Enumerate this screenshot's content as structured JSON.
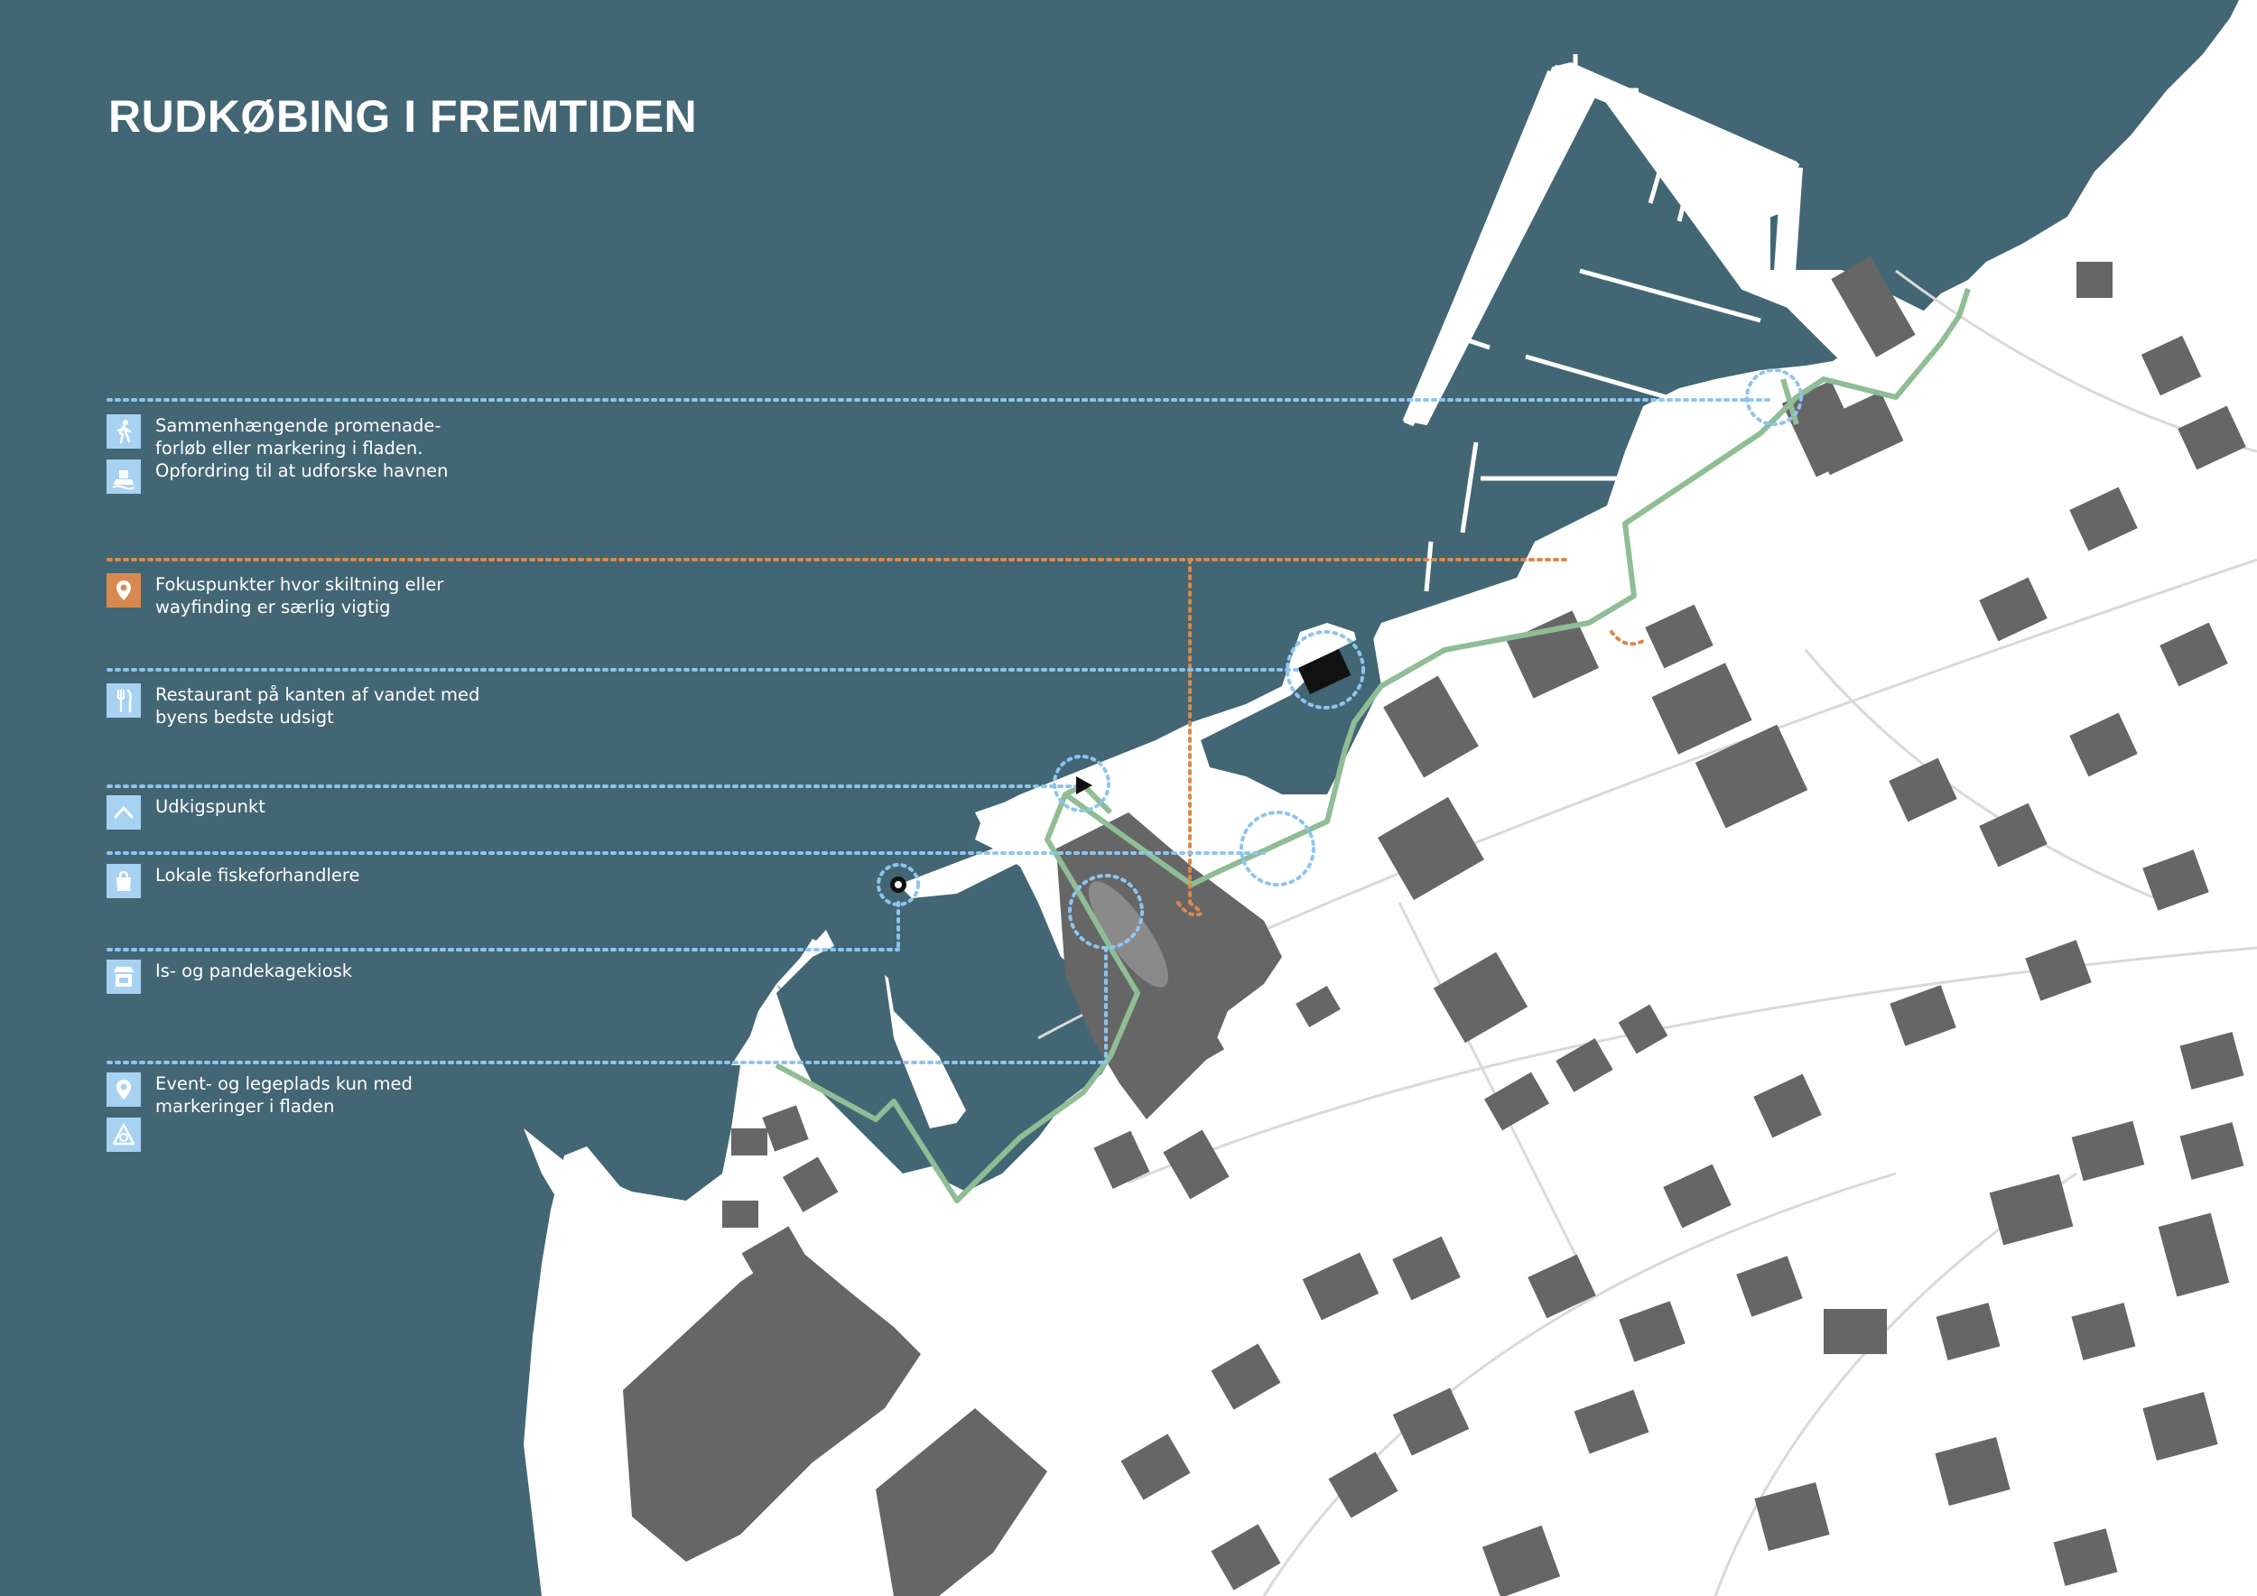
{
  "title": "RUDKØBING I FREMTIDEN",
  "colors": {
    "water": "#436674",
    "land": "#ffffff",
    "building": "#666666",
    "route": "#8fbd95",
    "blue_marker": "#8ec5f0",
    "orange_marker": "#d9894f",
    "icon_blue": "#a8d2f2"
  },
  "legend": [
    {
      "icons": [
        "walking-person-icon",
        "harbor-explore-icon"
      ],
      "color": "#a8d2f2",
      "lines": [
        "Sammenhængende promenade-",
        "forløb eller markering i fladen.",
        "Opfordring til at udforske havnen"
      ]
    },
    {
      "icons": [
        "location-pin-icon"
      ],
      "color": "#d9894f",
      "lines": [
        "Fokuspunkter hvor skiltning eller",
        "wayfinding er særlig vigtig"
      ]
    },
    {
      "icons": [
        "cutlery-icon"
      ],
      "color": "#a8d2f2",
      "lines": [
        "Restaurant på kanten af vandet med",
        "byens bedste udsigt"
      ]
    },
    {
      "icons": [
        "lookout-arrow-icon"
      ],
      "color": "#a8d2f2",
      "lines": [
        "Udkigspunkt"
      ]
    },
    {
      "icons": [
        "shopping-bag-icon"
      ],
      "color": "#a8d2f2",
      "lines": [
        "Lokale fiskeforhandlere"
      ]
    },
    {
      "icons": [
        "kiosk-icon"
      ],
      "color": "#a8d2f2",
      "lines": [
        "Is- og pandekagekiosk"
      ]
    },
    {
      "icons": [
        "location-pin-icon",
        "playground-icon"
      ],
      "color": "#a8d2f2",
      "lines": [
        "Event- og legeplads kun med",
        "markeringer i fladen"
      ]
    }
  ]
}
